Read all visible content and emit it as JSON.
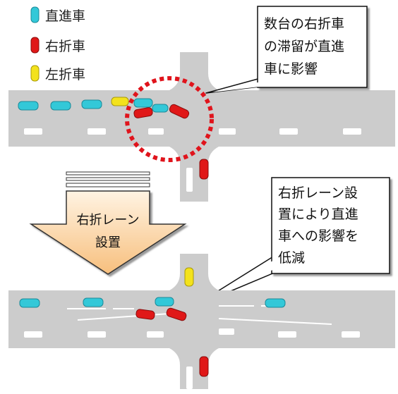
{
  "legend": {
    "items": [
      {
        "label": "直進車",
        "color": "#33c8d8"
      },
      {
        "label": "右折車",
        "color": "#e01818"
      },
      {
        "label": "左折車",
        "color": "#f3e21c"
      }
    ]
  },
  "callout_top": {
    "lines": [
      "数台の右折車",
      "の滞留が直進",
      "車に影響"
    ]
  },
  "callout_bottom": {
    "lines": [
      "右折レーン設",
      "置により直進",
      "車への影響を",
      "低減"
    ]
  },
  "arrow": {
    "lines": [
      "右折レーン",
      "設置"
    ],
    "fill_top": "#fff3e2",
    "fill_bottom": "#f7bf7d"
  },
  "colors": {
    "road": "#cccccc",
    "lane_mark": "#ffffff",
    "highlight_ring": "#e0141c"
  }
}
